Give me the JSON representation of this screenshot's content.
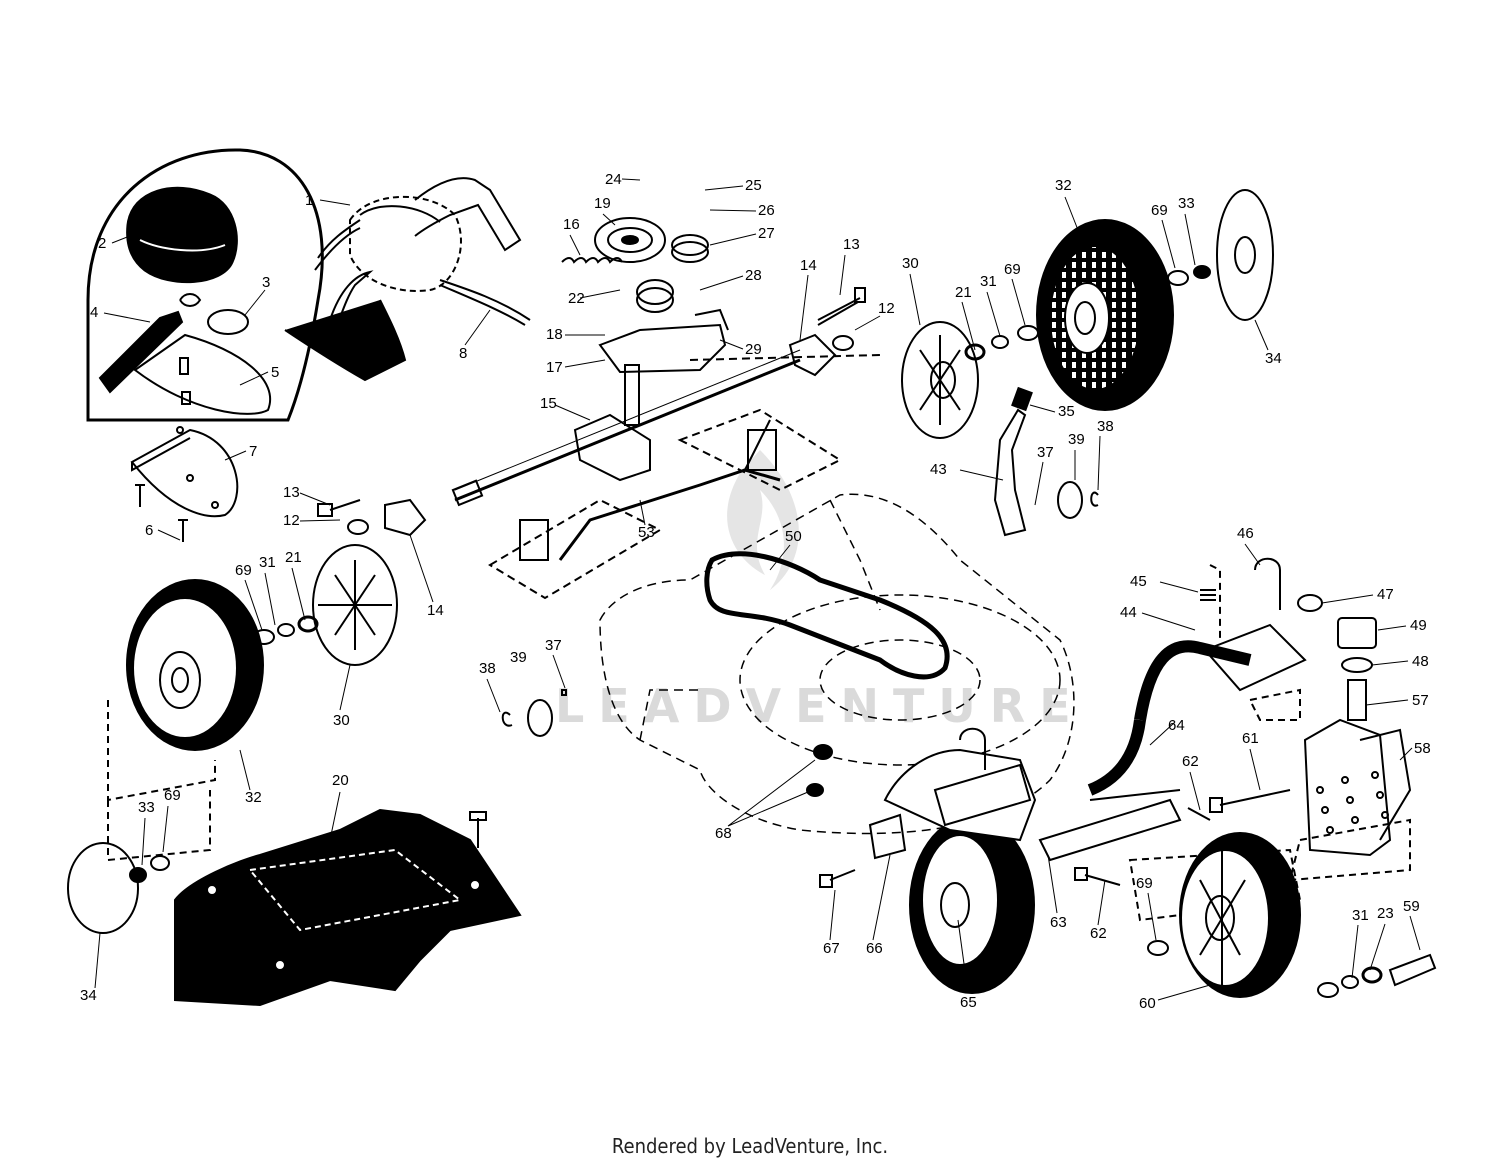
{
  "diagram": {
    "watermark": "LEADVENTURE",
    "callouts": [
      "1",
      "2",
      "3",
      "4",
      "5",
      "6",
      "7",
      "8",
      "12",
      "12",
      "13",
      "13",
      "14",
      "14",
      "15",
      "16",
      "17",
      "18",
      "19",
      "20",
      "21",
      "21",
      "22",
      "23",
      "24",
      "25",
      "26",
      "27",
      "28",
      "29",
      "30",
      "30",
      "31",
      "31",
      "31",
      "32",
      "32",
      "33",
      "33",
      "34",
      "34",
      "35",
      "37",
      "37",
      "38",
      "38",
      "39",
      "39",
      "43",
      "44",
      "45",
      "46",
      "47",
      "48",
      "49",
      "50",
      "53",
      "57",
      "58",
      "59",
      "60",
      "61",
      "62",
      "62",
      "63",
      "64",
      "65",
      "66",
      "67",
      "68",
      "69",
      "69",
      "69",
      "69",
      "69"
    ]
  },
  "footer": {
    "text": "Rendered by LeadVenture, Inc."
  }
}
